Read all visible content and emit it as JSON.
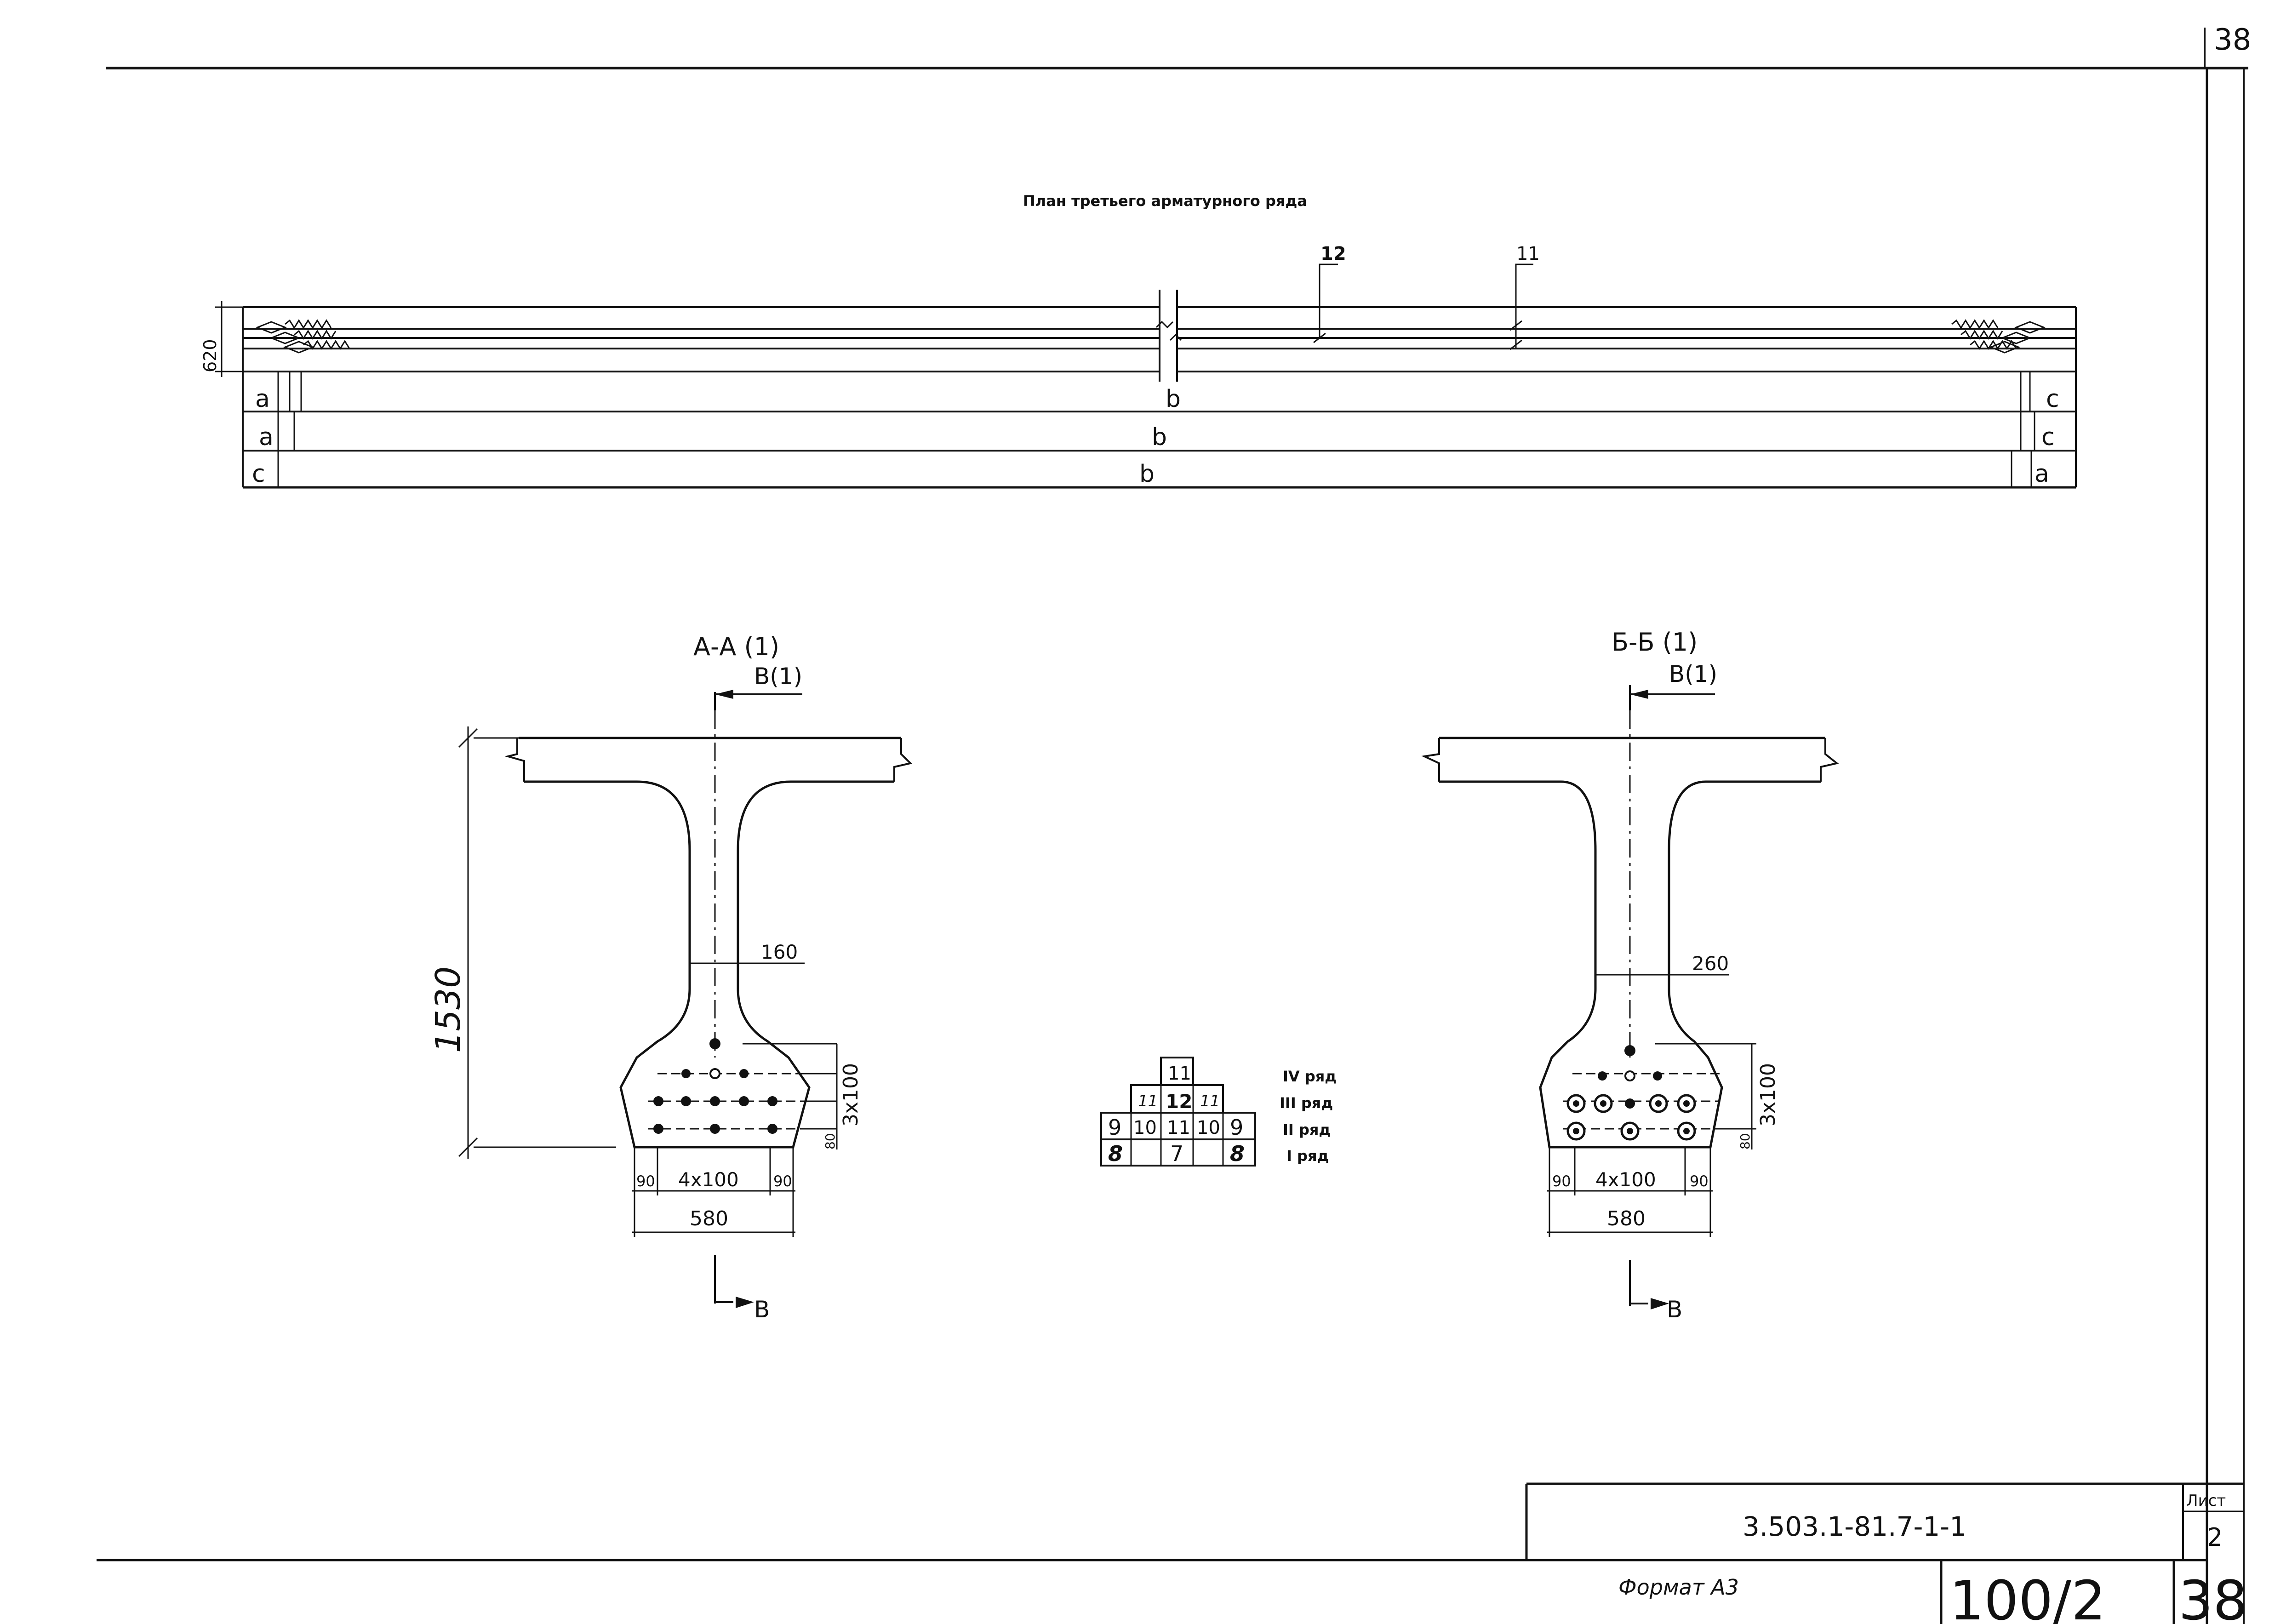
{
  "sheet": {
    "page_number_top": "38",
    "doc_code": "3.503.1-81.7-1-1",
    "sheet_label": "Лист",
    "sheet_value": "2",
    "format_label": "Формат А3",
    "album_number": "100/2",
    "page_number_bottom": "38"
  },
  "plan": {
    "title": "План третьего арматурного ряда",
    "height_dim": "620",
    "callout_12": "12",
    "callout_11": "11",
    "rows": [
      {
        "left": "a",
        "mid": "b",
        "right": "c"
      },
      {
        "left": "a",
        "mid": "b",
        "right": "c"
      },
      {
        "left": "c",
        "mid": "b",
        "right": "a"
      }
    ]
  },
  "section_aa": {
    "title": "А-А (1)",
    "cut_top": "В(1)",
    "cut_bottom": "В",
    "height_dim": "1530",
    "web_dim": "160",
    "vert_dim": "3x100",
    "vert_small": "80",
    "bot_left": "90",
    "bot_mid": "4x100",
    "bot_right": "90",
    "bottom_width": "580"
  },
  "section_bb": {
    "title": "Б-Б (1)",
    "cut_top": "В(1)",
    "cut_bottom": "В",
    "web_dim": "260",
    "vert_dim": "3x100",
    "vert_small": "80",
    "bot_left": "90",
    "bot_mid": "4x100",
    "bot_right": "90",
    "bottom_width": "580"
  },
  "layout_table": {
    "row4": [
      "11"
    ],
    "row3": [
      "11",
      "12",
      "11"
    ],
    "row2": [
      "9",
      "10",
      "11",
      "10",
      "9"
    ],
    "row1": [
      "8",
      "7",
      "8"
    ],
    "row_labels": [
      "IV ряд",
      "III ряд",
      "II ряд",
      "I ряд"
    ]
  }
}
